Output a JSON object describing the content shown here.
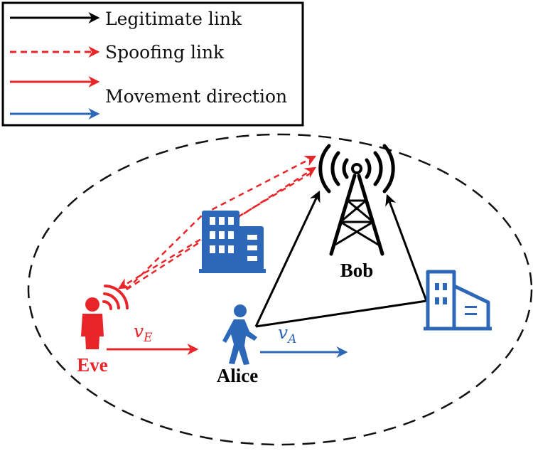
{
  "legend": {
    "items": [
      {
        "label": "Legitimate link",
        "color": "#000000",
        "style": "solid"
      },
      {
        "label": "Spoofing link",
        "color": "#e8262a",
        "style": "dashed"
      },
      {
        "label": "Movement direction",
        "color": "#e8262a",
        "style": "solid"
      },
      {
        "label": "",
        "color": "#2d68b8",
        "style": "solid"
      }
    ]
  },
  "nodes": {
    "bob": {
      "label": "Bob",
      "icon": "cell-tower-icon"
    },
    "alice": {
      "label": "Alice",
      "icon": "walking-person-icon"
    },
    "eve": {
      "label": "Eve",
      "icon": "standing-person-icon"
    }
  },
  "velocities": {
    "eve": {
      "symbol": "v",
      "subscript": "E"
    },
    "alice": {
      "symbol": "v",
      "subscript": "A"
    }
  },
  "colors": {
    "red": "#e8262a",
    "blue": "#2d68b8",
    "black": "#000000"
  }
}
